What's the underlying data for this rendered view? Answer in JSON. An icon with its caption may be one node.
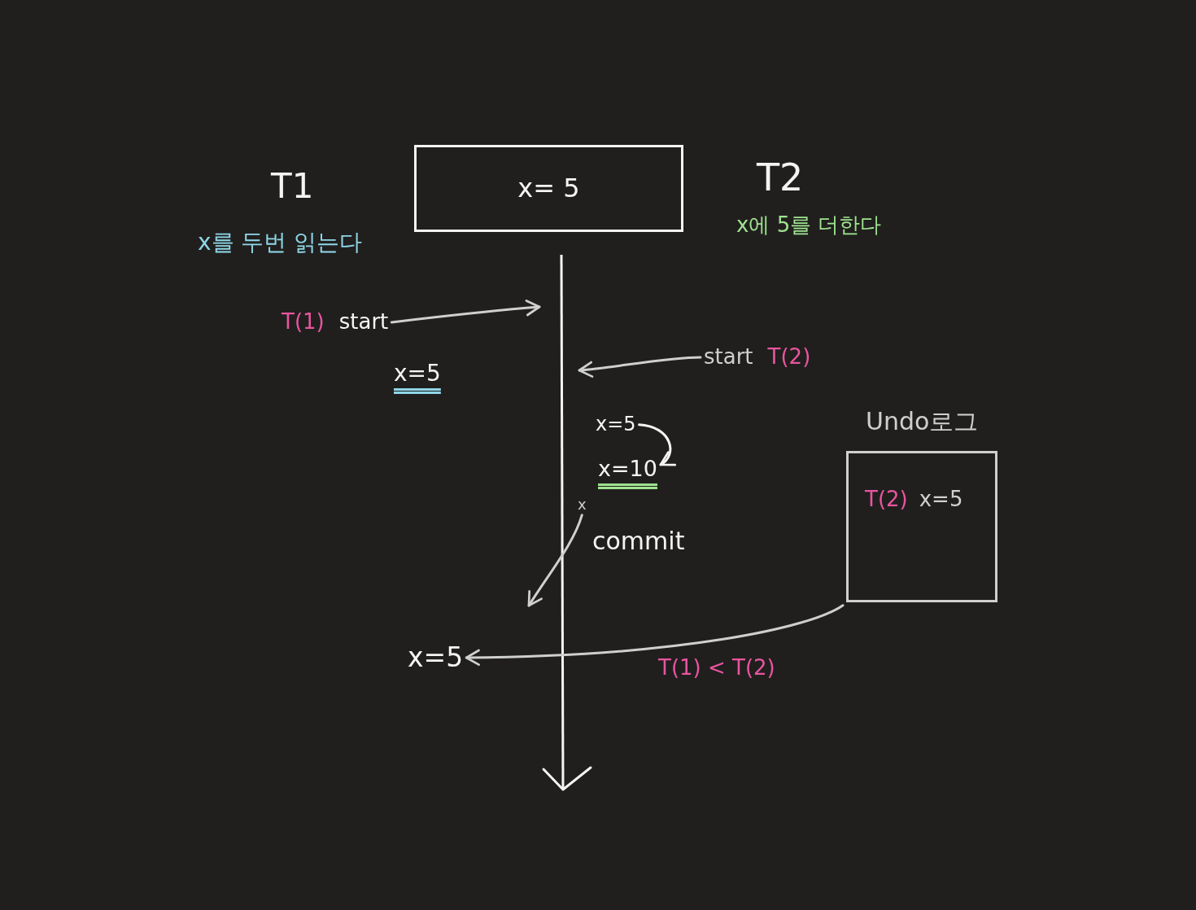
{
  "diagram": {
    "nodes": [
      {
        "text": [
          "x= 5"
        ]
      },
      {
        "text": [
          "T(1)",
          "start"
        ]
      },
      {
        "text": [
          "start",
          "T(2)"
        ]
      },
      {
        "text": [
          "x=5"
        ]
      },
      {
        "text": [
          "x=10"
        ]
      },
      {
        "text": [
          "x"
        ]
      },
      {
        "text": [
          "Undo로그",
          "T(2)",
          "x=5"
        ]
      },
      {
        "text": [
          "x=5"
        ]
      }
    ],
    "edges": [
      {
        "from": 1,
        "to": null,
        "arrow": "to"
      },
      {
        "from": 2,
        "to": null,
        "arrow": "to"
      },
      {
        "from": 3,
        "to": 4,
        "arrow": "to"
      },
      {
        "from": 5,
        "to": null,
        "arrow": "to"
      },
      {
        "from": 6,
        "to": 7,
        "arrow": "to",
        "label": "T(1) < T(2)"
      }
    ],
    "labels": [
      "T1",
      "x를 두번 읽는다",
      "T2",
      "x에 5를 더한다",
      "x=5",
      "commit"
    ]
  }
}
